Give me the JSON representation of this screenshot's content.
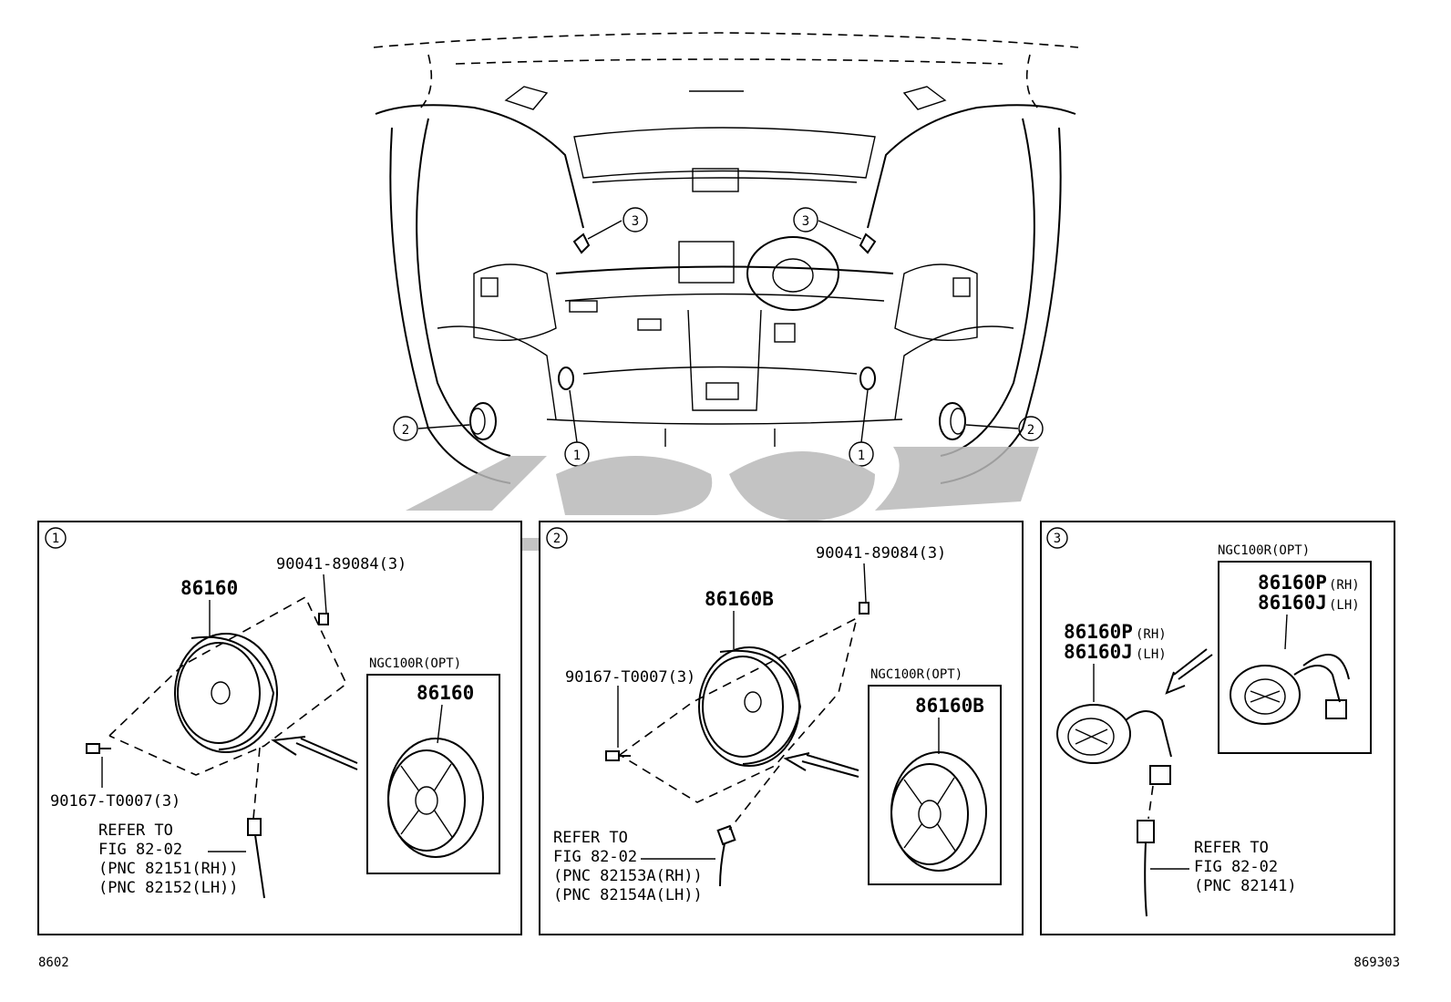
{
  "labels": {
    "footer_left": "8602",
    "footer_right": "869303",
    "callout_1": "1",
    "callout_2": "2",
    "callout_3": "3"
  },
  "panel1": {
    "num": "1",
    "main_part": "86160",
    "bolt": "90041-89084(3)",
    "screw": "90167-T0007(3)",
    "opt_label": "NGC100R(OPT)",
    "opt_part": "86160",
    "refer": [
      "REFER TO",
      "FIG 82-02",
      "(PNC 82151(RH))",
      "(PNC 82152(LH))"
    ]
  },
  "panel2": {
    "num": "2",
    "main_part": "86160B",
    "bolt": "90041-89084(3)",
    "screw": "90167-T0007(3)",
    "opt_label": "NGC100R(OPT)",
    "opt_part": "86160B",
    "refer": [
      "REFER TO",
      "FIG 82-02",
      "(PNC 82153A(RH))",
      "(PNC 82154A(LH))"
    ]
  },
  "panel3": {
    "num": "3",
    "part_rh": "86160P",
    "part_rh_side": "(RH)",
    "part_lh": "86160J",
    "part_lh_side": "(LH)",
    "opt_label": "NGC100R(OPT)",
    "opt_part_rh": "86160P",
    "opt_part_rh_side": "(RH)",
    "opt_part_lh": "86160J",
    "opt_part_lh_side": "(LH)",
    "refer": [
      "REFER TO",
      "FIG 82-02",
      "(PNC 82141)"
    ]
  },
  "icons": {
    "speaker": "speaker-icon",
    "tweeter": "tweeter-icon",
    "connector": "connector-icon",
    "screw": "screw-icon",
    "bolt": "bolt-icon",
    "arrow": "arrow-icon",
    "watermark": "watermark-logo"
  }
}
